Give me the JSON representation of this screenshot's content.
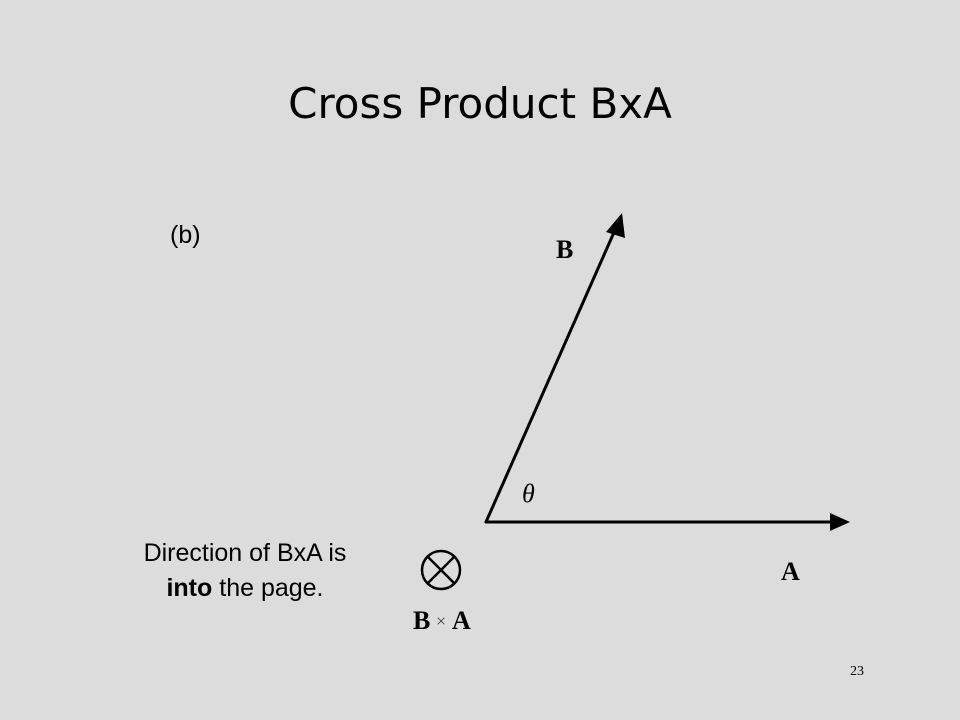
{
  "slide": {
    "title": "Cross Product BxA",
    "part_label": "(b)",
    "caption_line1": "Direction of BxA is",
    "caption_bold": "into",
    "caption_rest": " the page.",
    "page_number": "23"
  },
  "diagram": {
    "vector_b_label": "B",
    "vector_a_label": "A",
    "angle_label": "θ",
    "result_label_left": "B",
    "result_label_op": "×",
    "result_label_right": "A",
    "into_page_symbol": "circle-with-cross-icon"
  }
}
